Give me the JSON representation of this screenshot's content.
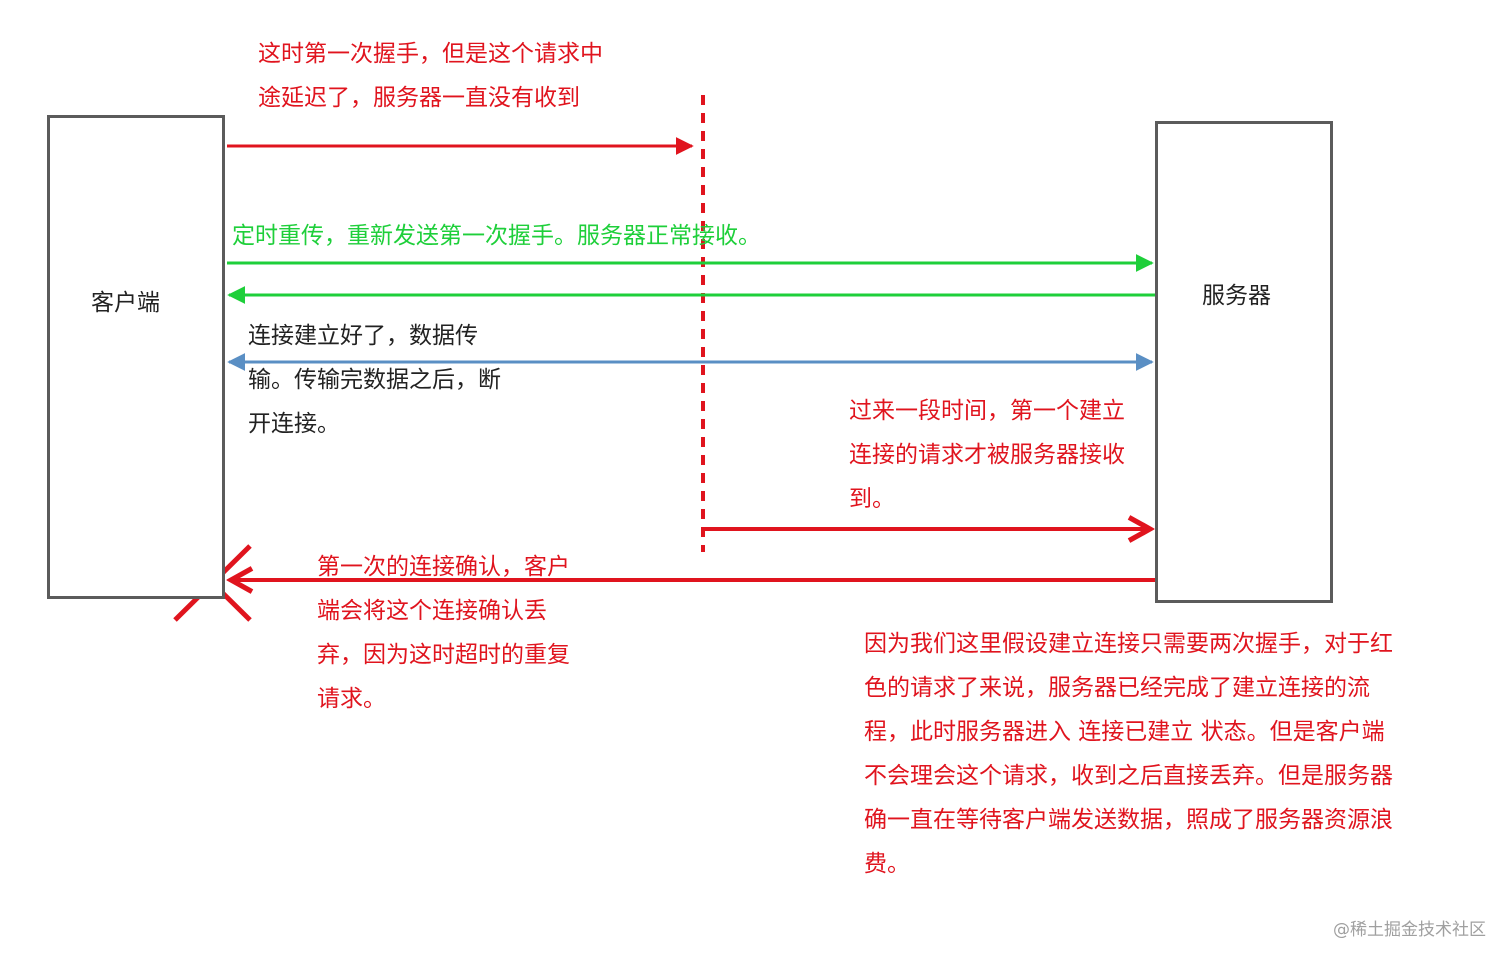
{
  "client": {
    "label": "客户端"
  },
  "server": {
    "label": "服务器"
  },
  "notes": {
    "first_handshake_delayed": "这时第一次握手，但是这个请求中\n途延迟了，服务器一直没有收到",
    "retransmit": "定时重传，重新发送第一次握手。服务器正常接收。",
    "data_transfer": "连接建立好了，数据传\n输。传输完数据之后，断\n开连接。",
    "delayed_arrival": "过来一段时间，第一个建立\n连接的请求才被服务器接收\n到。",
    "client_discard": "第一次的连接确认，客户\n端会将这个连接确认丢\n弃，因为这时超时的重复\n请求。",
    "explanation": "因为我们这里假设建立连接只需要两次握手，对于红\n色的请求了来说，服务器已经完成了建立连接的流\n程，此时服务器进入 连接已建立 状态。但是客户端\n不会理会这个请求，收到之后直接丢弃。但是服务器\n确一直在等待客户端发送数据，照成了服务器资源浪\n费。"
  },
  "arrows": [
    {
      "id": "delayed-request-arrow",
      "direction": "right",
      "color": "#e0141e"
    },
    {
      "id": "retransmit-request-arrow",
      "direction": "right",
      "color": "#1ecf3a"
    },
    {
      "id": "retransmit-ack-arrow",
      "direction": "left",
      "color": "#1ecf3a"
    },
    {
      "id": "data-transfer-arrow",
      "direction": "both",
      "color": "#5a8fc4"
    },
    {
      "id": "delayed-request-arrival-arrow",
      "direction": "right",
      "color": "#e0141e"
    },
    {
      "id": "stale-ack-arrow",
      "direction": "left",
      "color": "#e0141e"
    }
  ],
  "marker": {
    "name": "discard-cross-icon",
    "color": "#e0141e"
  },
  "watermark": "@稀土掘金技术社区"
}
